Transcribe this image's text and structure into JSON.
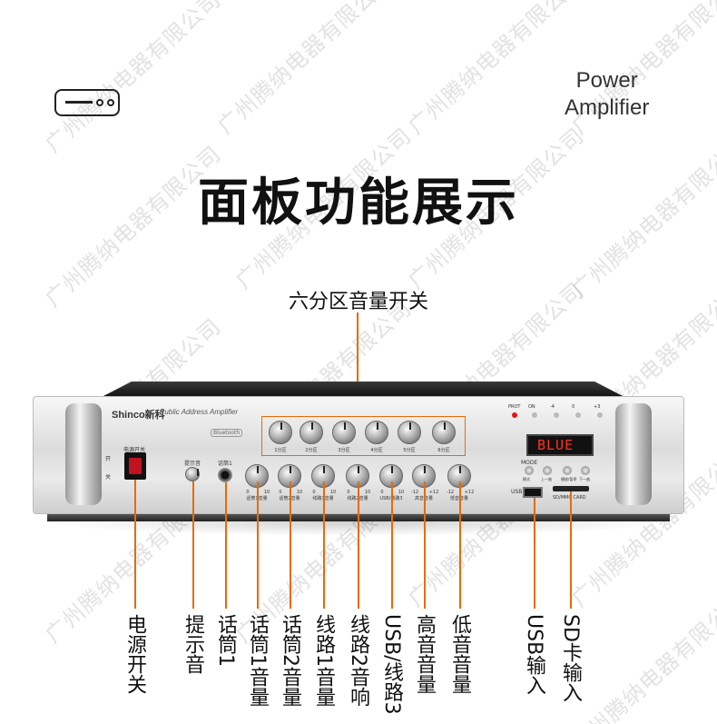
{
  "watermark": "广州腾纳电器有限公司",
  "header": {
    "title_line1": "Power",
    "title_line2": "Amplifier"
  },
  "main_title": "面板功能展示",
  "zone_title": "六分区音量开关",
  "accent_color": "#e36c0a",
  "panel": {
    "brand": "Shinco新科",
    "model_text": "Public Address Amplifier",
    "bluetooth": "Bluetooth",
    "power_switch_label": "电源开关",
    "switch_marks": [
      "开",
      "关"
    ],
    "prompt_label": "提示音",
    "mic1_label": "话筒1",
    "zone_knobs": [
      "1分区",
      "2分区",
      "3分区",
      "4分区",
      "5分区",
      "6分区"
    ],
    "lower_knobs": [
      {
        "label": "话筒1音量",
        "min": "0",
        "max": "10"
      },
      {
        "label": "话筒2音量",
        "min": "0",
        "max": "10"
      },
      {
        "label": "线路1音量",
        "min": "0",
        "max": "10"
      },
      {
        "label": "线路2音量",
        "min": "0",
        "max": "10"
      },
      {
        "label": "USB/线路3",
        "min": "0",
        "max": "10"
      },
      {
        "label": "高音音量",
        "min": "-12",
        "max": "+12"
      },
      {
        "label": "低音音量",
        "min": "-12",
        "max": "+12"
      }
    ],
    "display": "BLUE",
    "indicators": [
      "PROT",
      "ON",
      "-4",
      "0",
      "+3"
    ],
    "media_buttons": [
      "模式",
      "上一曲",
      "播放/暂停",
      "下一曲"
    ],
    "mode_label": "MODE",
    "usb_label": "USB",
    "sd_label": "SD/MMC CARD"
  },
  "callouts": [
    "电源开关",
    "提示音",
    "话筒1",
    "话筒1音量",
    "话筒2音量",
    "线路1音量",
    "线路2音响",
    "USB/线路3",
    "高音音量",
    "低音音量",
    "USB输入",
    "SD卡输入"
  ]
}
